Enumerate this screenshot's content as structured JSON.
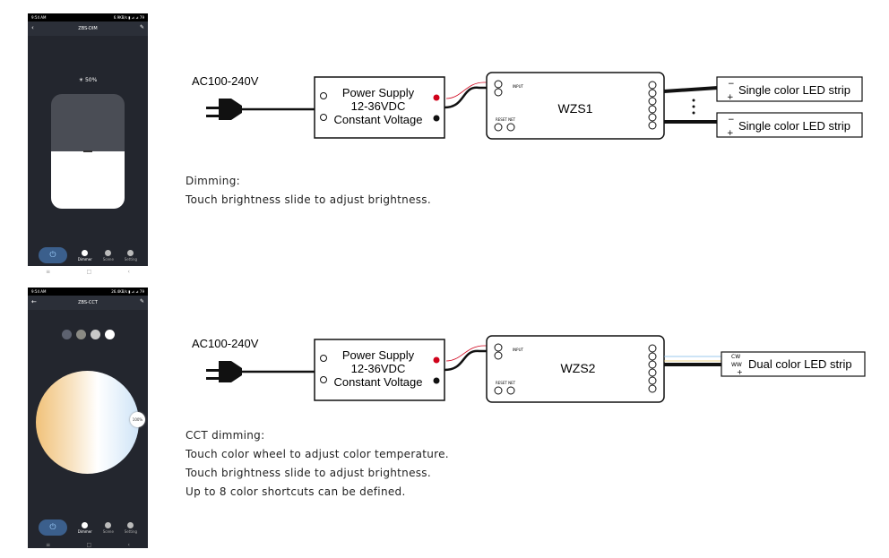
{
  "phone1": {
    "status_time": "9:54 AM",
    "status_right": "6.9KB/s ▮ ⊿ ⊿ 79",
    "title": "ZBS-DIM",
    "brightness_label": "☀ 50%",
    "brightness": 0.5,
    "nav": {
      "dimmer": "Dimmer",
      "scene": "Scene",
      "setting": "Setting"
    }
  },
  "phone2": {
    "status_time": "9:54 AM",
    "status_right": "26.4KB/s ▮ ⊿ ⊿ 79",
    "title": "ZBS-CCT",
    "wheel_value": "100%",
    "shortcut_colors": [
      "#5d6270",
      "#8a8a84",
      "#c9c9c9",
      "#ffffff"
    ],
    "nav": {
      "dimmer": "Dimmer",
      "scene": "Scene",
      "setting": "Setting"
    }
  },
  "android_nav": {
    "menu": "≡",
    "home": "□",
    "back": "‹"
  },
  "diagram1": {
    "ac": "AC100-240V",
    "ps_line1": "Power Supply",
    "ps_line2": "12-36VDC",
    "ps_line3": "Constant Voltage",
    "controller": "WZS1",
    "ctrl_small_label": "RESET NET",
    "input_label": "INPUT",
    "strip1": "Single color LED strip",
    "strip2": "Single color LED strip",
    "strip_minus": "−",
    "strip_plus": "+"
  },
  "diagram2": {
    "ac": "AC100-240V",
    "ps_line1": "Power Supply",
    "ps_line2": "12-36VDC",
    "ps_line3": "Constant Voltage",
    "controller": "WZS2",
    "ctrl_small_label": "RESET NET",
    "input_label": "INPUT",
    "strip": "Dual color LED strip",
    "cw": "CW",
    "ww": "WW",
    "plus": "+"
  },
  "caption1": {
    "title": "Dimming:",
    "line1": "Touch brightness slide to adjust brightness."
  },
  "caption2": {
    "title": "CCT dimming:",
    "line1": "Touch color wheel to adjust color temperature.",
    "line2": "Touch brightness slide to adjust brightness.",
    "line3": "Up to 8 color shortcuts can be defined."
  }
}
